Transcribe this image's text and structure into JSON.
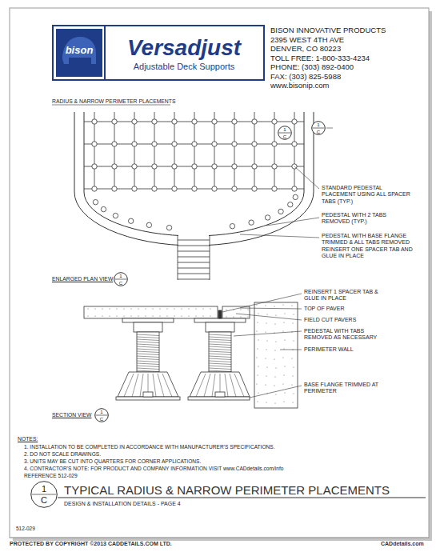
{
  "diagram": {
    "title": "TYPICAL RADIUS & NARROW PERIMETER PLACEMENTS",
    "caption": "DESIGN & INSTALLATION DETAILS - PAGE 4",
    "nodes": [
      {
        "text": [
          "bison"
        ]
      },
      {
        "text": [
          "Versadjust",
          "Adjustable Deck Supports"
        ]
      },
      {
        "text": [
          "1",
          "C"
        ]
      },
      {
        "text": [
          "1",
          "C"
        ]
      },
      {
        "text": [
          "1",
          "C"
        ]
      },
      {
        "text": [
          "1",
          "C"
        ]
      },
      {
        "text": [
          "1",
          "C"
        ]
      }
    ],
    "labels": [
      "BISON INNOVATIVE PRODUCTS",
      "2395 WEST 4TH AVE",
      "DENVER, CO 80223",
      "TOLL FREE: 1-800-333-4234",
      "PHONE: (303) 892-0400",
      "FAX: (303) 825-5988",
      "www.bisonip.com",
      "RADIUS & NARROW PERIMETER PLACEMENTS",
      "STANDARD PEDESTAL PLACEMENT USING ALL SPACER TABS (TYP.)",
      "PEDESTAL WITH 2 TABS REMOVED (TYP.)",
      "PEDESTAL WITH BASE FLANGE TRIMMED & ALL TABS REMOVED REINSERT ONE SPACER TAB AND GLUE IN PLACE",
      "ENLARGED PLAN VIEW",
      "REINSERT 1 SPACER TAB & GLUE IN PLACE",
      "TOP OF PAVER",
      "FIELD CUT PAVERS",
      "PEDESTAL WITH TABS REMOVED AS NECESSARY",
      "PERIMETER WALL",
      "BASE FLANGE TRIMMED AT PERIMETER",
      "SECTION VIEW",
      "NOTES:",
      "1. INSTALLATION TO BE COMPLETED IN ACCORDANCE WITH MANUFACTURER'S SPECIFICATIONS.",
      "2. DO NOT SCALE DRAWINGS.",
      "3. UNITS MAY BE CUT INTO QUARTERS FOR CORNER APPLICATIONS.",
      "4. CONTRACTOR'S NOTE: FOR PRODUCT AND COMPANY INFORMATION VISIT www.CADdetails.com/info",
      "REFERENCE 512-029",
      "512-029",
      "PROTECTED BY COPYRIGHT ©2013 CADDETAILS.COM LTD.",
      "CADdetails.com"
    ]
  }
}
